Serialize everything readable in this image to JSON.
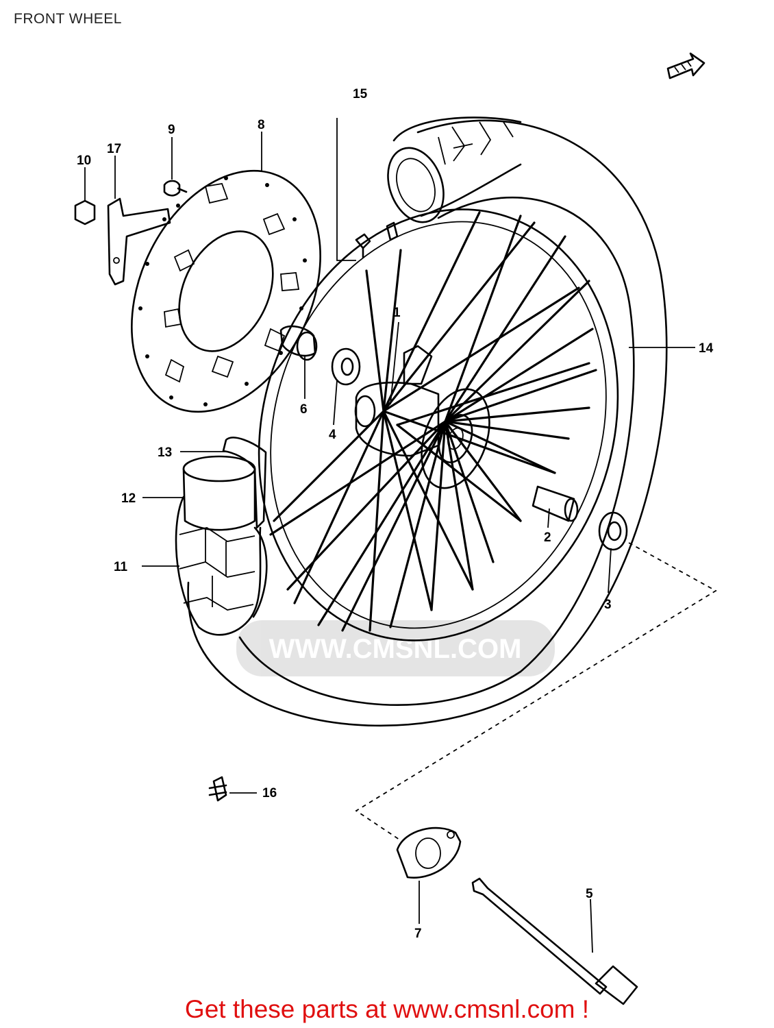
{
  "title": "FRONT WHEEL",
  "watermark": "WWW.CMSNL.COM",
  "callouts": [
    {
      "id": "c1",
      "label": "1"
    },
    {
      "id": "c2",
      "label": "2"
    },
    {
      "id": "c3",
      "label": "3"
    },
    {
      "id": "c4",
      "label": "4"
    },
    {
      "id": "c5",
      "label": "5"
    },
    {
      "id": "c6",
      "label": "6"
    },
    {
      "id": "c7",
      "label": "7"
    },
    {
      "id": "c8",
      "label": "8"
    },
    {
      "id": "c9",
      "label": "9"
    },
    {
      "id": "c10",
      "label": "10"
    },
    {
      "id": "c11",
      "label": "11"
    },
    {
      "id": "c12",
      "label": "12"
    },
    {
      "id": "c13",
      "label": "13"
    },
    {
      "id": "c14",
      "label": "14"
    },
    {
      "id": "c15",
      "label": "15"
    },
    {
      "id": "c16",
      "label": "16"
    },
    {
      "id": "c17",
      "label": "17"
    }
  ],
  "footer": {
    "cta_text": "Get these parts at www.cmsnl.com !",
    "cta_color": "#e01010"
  }
}
